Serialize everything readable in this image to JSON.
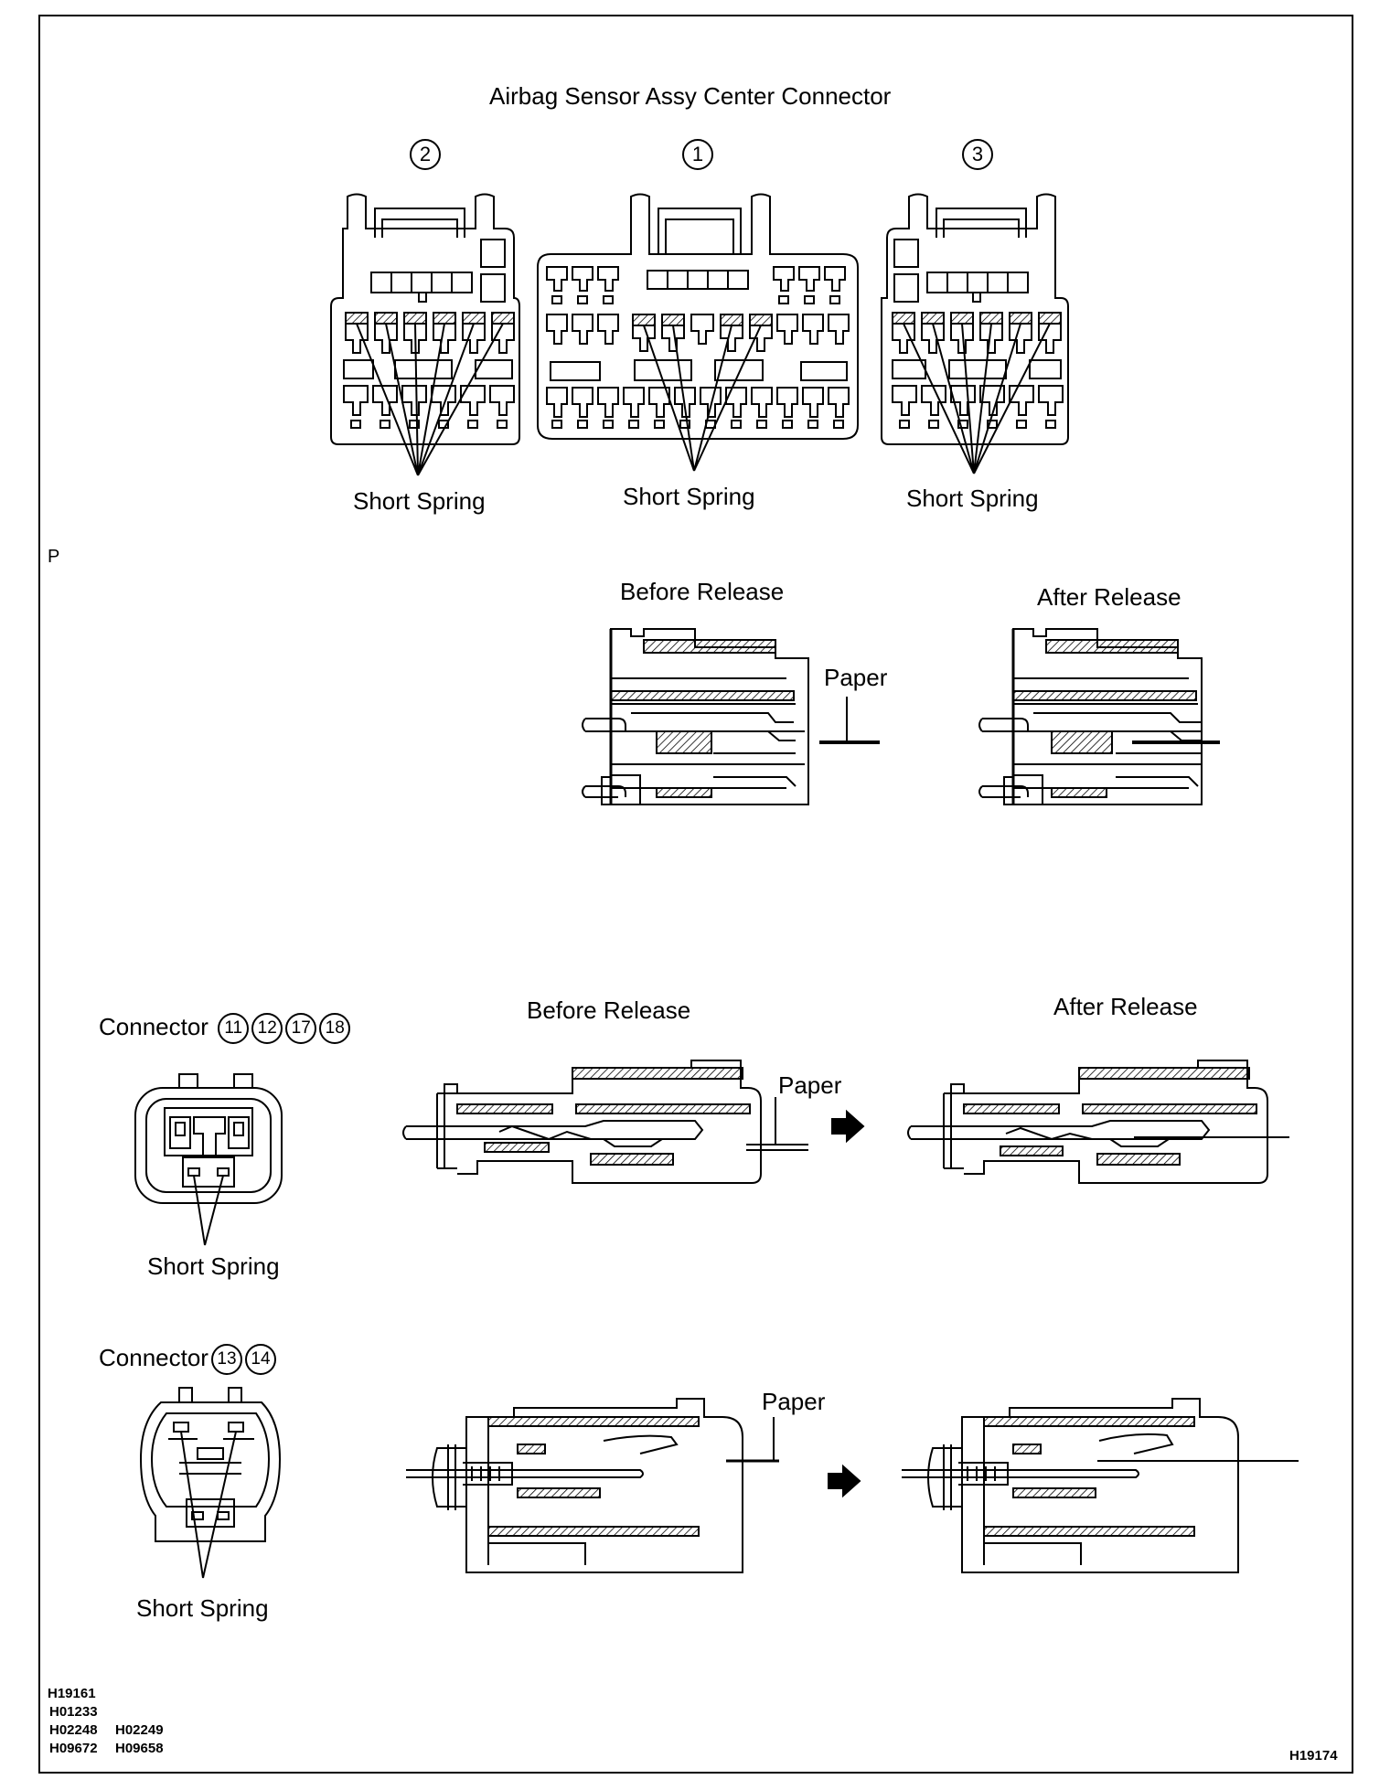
{
  "title": "Airbag Sensor Assy Center Connector",
  "center_connectors": [
    {
      "number": "2",
      "label": "Short Spring"
    },
    {
      "number": "1",
      "label": "Short Spring"
    },
    {
      "number": "3",
      "label": "Short Spring"
    }
  ],
  "side_letter": "P",
  "release_top": {
    "before": "Before Release",
    "after": "After Release",
    "paper": "Paper"
  },
  "connector_a": {
    "prefix": "Connector",
    "numbers": [
      "11",
      "12",
      "17",
      "18"
    ],
    "spring": "Short Spring",
    "before": "Before Release",
    "after": "After Release",
    "paper": "Paper"
  },
  "connector_b": {
    "prefix": "Connector",
    "numbers": [
      "13",
      "14"
    ],
    "spring": "Short Spring",
    "paper": "Paper"
  },
  "refs": [
    "H19161",
    "H01233",
    "H02248",
    "H02249",
    "H09672",
    "H09658"
  ],
  "figure_id": "H19174"
}
